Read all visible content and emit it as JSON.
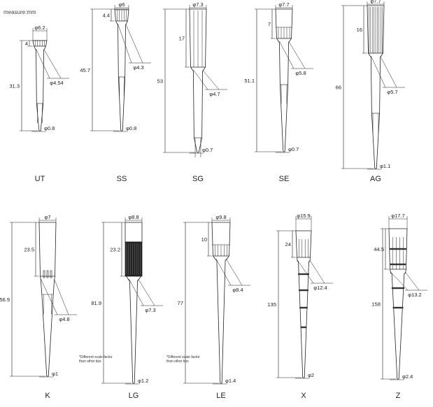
{
  "title": "measure:mm",
  "tips": [
    {
      "id": "UT",
      "label": "UT",
      "top_dia": "φ6.2",
      "mid_dia": "φ4.54",
      "tip_dia": "φ0.8",
      "total_len": "31.3",
      "head_len": "4"
    },
    {
      "id": "SS",
      "label": "SS",
      "top_dia": "φ6",
      "mid_dia": "φ4.3",
      "tip_dia": "φ0.8",
      "total_len": "45.7",
      "head_len": "4.4"
    },
    {
      "id": "SG",
      "label": "SG",
      "top_dia": "φ7.3",
      "mid_dia": "φ4.7",
      "tip_dia": "φ0.7",
      "total_len": "53",
      "head_len": "17"
    },
    {
      "id": "SE",
      "label": "SE",
      "top_dia": "φ7.7",
      "mid_dia": "φ5.8",
      "tip_dia": "φ0.7",
      "total_len": "51.1",
      "head_len": "7"
    },
    {
      "id": "AG",
      "label": "AG",
      "top_dia": "φ7.7",
      "mid_dia": "φ5.7",
      "tip_dia": "φ1.1",
      "total_len": "66",
      "head_len": "16"
    },
    {
      "id": "K",
      "label": "K",
      "top_dia": "φ7",
      "mid_dia": "φ4.8",
      "tip_dia": "φ1",
      "total_len": "56.9",
      "head_len": "23.5"
    },
    {
      "id": "LG",
      "label": "LG",
      "top_dia": "φ8.8",
      "mid_dia": "φ7.3",
      "tip_dia": "φ1.2",
      "total_len": "81.9",
      "head_len": "23.2",
      "note": [
        "*Different scale factor",
        "than other tips"
      ]
    },
    {
      "id": "LE",
      "label": "LE",
      "top_dia": "φ9.8",
      "mid_dia": "φ8.4",
      "tip_dia": "φ1.4",
      "total_len": "77",
      "head_len": "10",
      "note": [
        "*Different scale factor",
        "than other tips"
      ]
    },
    {
      "id": "X",
      "label": "X",
      "top_dia": "φ15.9",
      "mid_dia": "φ12.4",
      "tip_dia": "φ2",
      "total_len": "135",
      "head_len": "24"
    },
    {
      "id": "Z",
      "label": "Z",
      "top_dia": "φ17.7",
      "mid_dia": "φ13.2",
      "tip_dia": "φ2.4",
      "total_len": "158",
      "head_len": "44.5"
    }
  ]
}
